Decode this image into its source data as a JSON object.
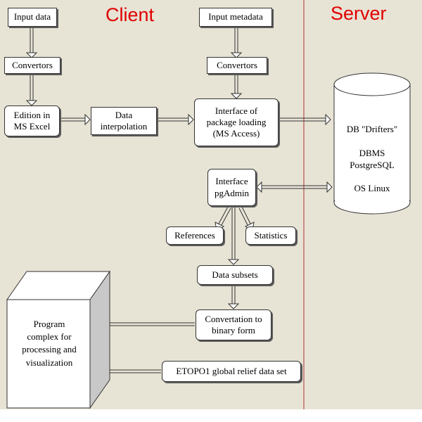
{
  "regions": {
    "client": "Client",
    "server": "Server"
  },
  "nodes": {
    "input_data": "Input data",
    "convertors_left": "Convertors",
    "edition_excel": "Edition in\nMS Excel",
    "data_interpolation": "Data\ninterpolation",
    "input_metadata": "Input metadata",
    "convertors_right": "Convertors",
    "interface_package_loading": "Interface of\npackage loading\n(MS Access)",
    "database": "DB \"Drifters\"\n\nDBMS\nPostgreSQL\n\nOS Linux",
    "interface_pgadmin": "Interface\npgAdmin",
    "references": "References",
    "statistics": "Statistics",
    "data_subsets": "Data subsets",
    "convertation_binary": "Convertation to\nbinary form",
    "program_complex": "Program\ncomplex for\nprocessing and\nvisualization",
    "etopo1": "ETOPO1 global relief data set"
  },
  "colors": {
    "background": "#e7e3d5",
    "region_label": "#e00000",
    "divider": "#c98c86",
    "box_fill": "#ffffff",
    "cube_side": "#c8c8c8"
  }
}
